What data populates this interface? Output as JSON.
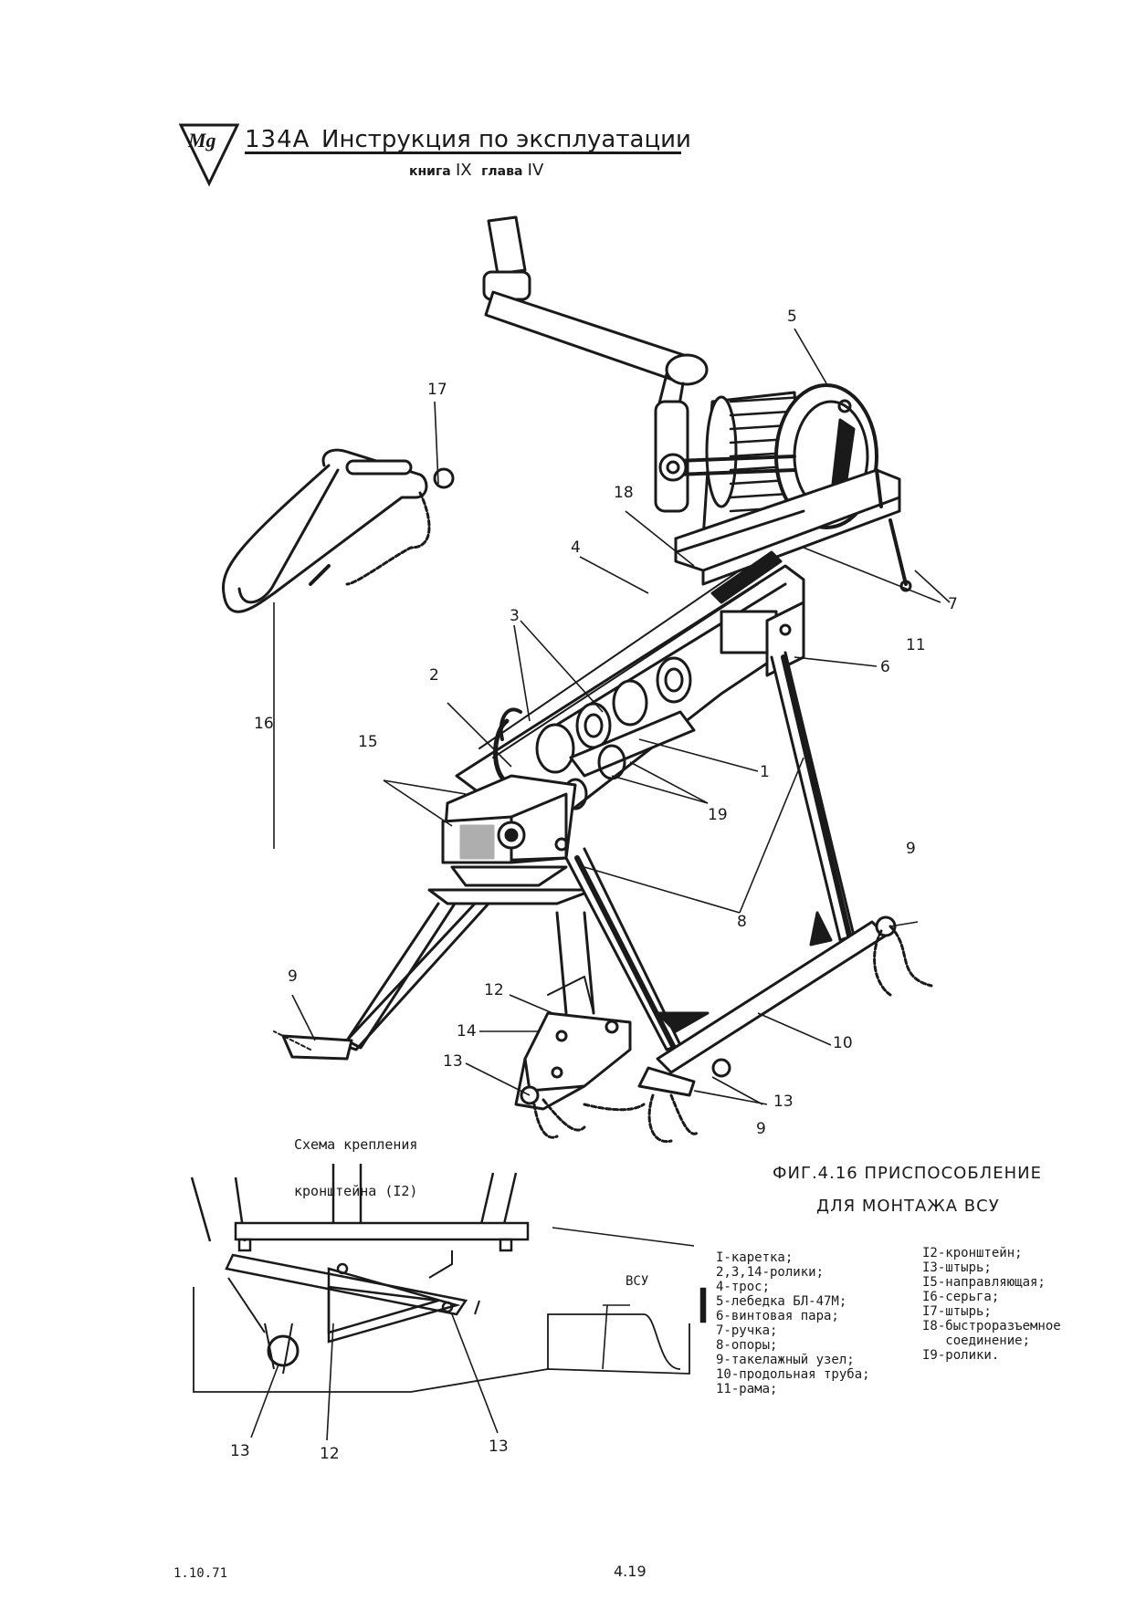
{
  "header": {
    "model": "134А",
    "title": "Инструкция по эксплуатации",
    "book_label": "книга",
    "book_num": "IX",
    "chapter_label": "глава",
    "chapter_num": "IV"
  },
  "callouts": {
    "c1": "1",
    "c2": "2",
    "c3": "3",
    "c4": "4",
    "c5": "5",
    "c6": "6",
    "c7": "7",
    "c8": "8",
    "c9a": "9",
    "c9b": "9",
    "c9c": "9",
    "c10": "10",
    "c11": "11",
    "c12": "12",
    "c13a": "13",
    "c13b": "13",
    "c14": "14",
    "c15": "15",
    "c16": "16",
    "c17": "17",
    "c18": "18",
    "c19": "19",
    "s13a": "13",
    "s12": "12",
    "s13b": "13"
  },
  "schema": {
    "caption_line1": "Схема крепления",
    "caption_line2": "кронштейна (I2)",
    "vsu_label": "ВСУ",
    "roman_one": "I"
  },
  "figure": {
    "caption_line1": "ФИГ.4.16  ПРИСПОСОБЛЕНИЕ",
    "caption_line2": "ДЛЯ  МОНТАЖА  ВСУ"
  },
  "legend": {
    "col1": [
      "I-каретка;",
      "2,3,14-ролики;",
      "4-трос;",
      "5-лебедка БЛ-47М;",
      "6-винтовая пара;",
      "7-ручка;",
      "8-опоры;",
      "9-такелажный узел;",
      "10-продольная труба;",
      "11-рама;"
    ],
    "col2": [
      "I2-кронштейн;",
      "I3-штырь;",
      "I5-направляющая;",
      "I6-серьга;",
      "I7-штырь;",
      "I8-быстроразъемное",
      "   соединение;",
      "I9-ролики."
    ]
  },
  "footer": {
    "page_number": "4.19",
    "date": "1.10.71"
  }
}
